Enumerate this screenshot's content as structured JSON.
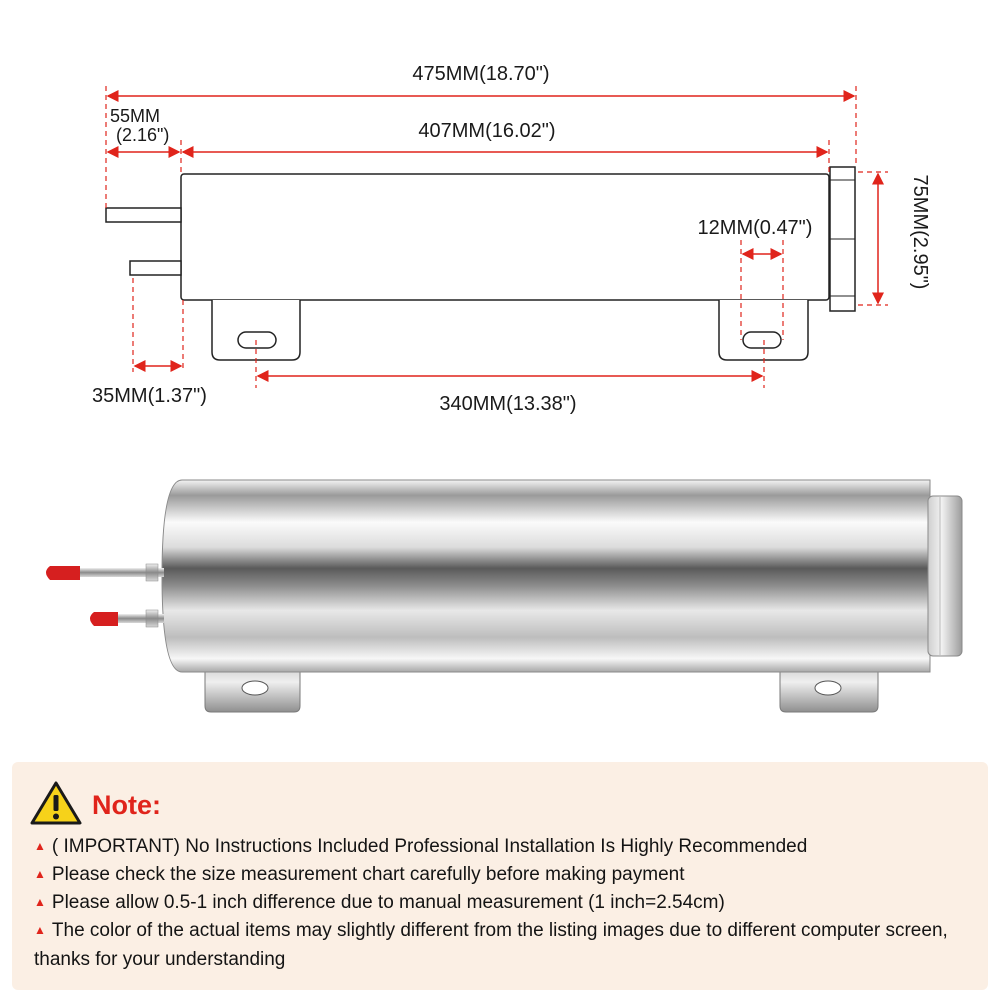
{
  "diagram": {
    "dimensions": {
      "overall_length": "475MM(18.70\")",
      "inlet_offset_mm": "55MM",
      "inlet_offset_in": "(2.16\")",
      "body_length": "407MM(16.02\")",
      "cap_width": "12MM(0.47\")",
      "diameter": "75MM(2.95\")",
      "pipe_spacing": "35MM(1.37\")",
      "mount_spacing": "340MM(13.38\")"
    },
    "colors": {
      "dimension_line": "#e0241b",
      "outline": "#222222",
      "cap_tip": "#d61f1f"
    }
  },
  "note": {
    "title": "Note:",
    "warning_icon": "warning-triangle-icon",
    "items": [
      "( IMPORTANT) No Instructions Included Professional Installation Is Highly Recommended",
      "Please check the size measurement chart carefully before making payment",
      "Please allow 0.5-1 inch difference due to manual measurement (1 inch=2.54cm)",
      "The color of the actual items may slightly different from the listing images due to different computer screen, thanks for your understanding"
    ]
  }
}
